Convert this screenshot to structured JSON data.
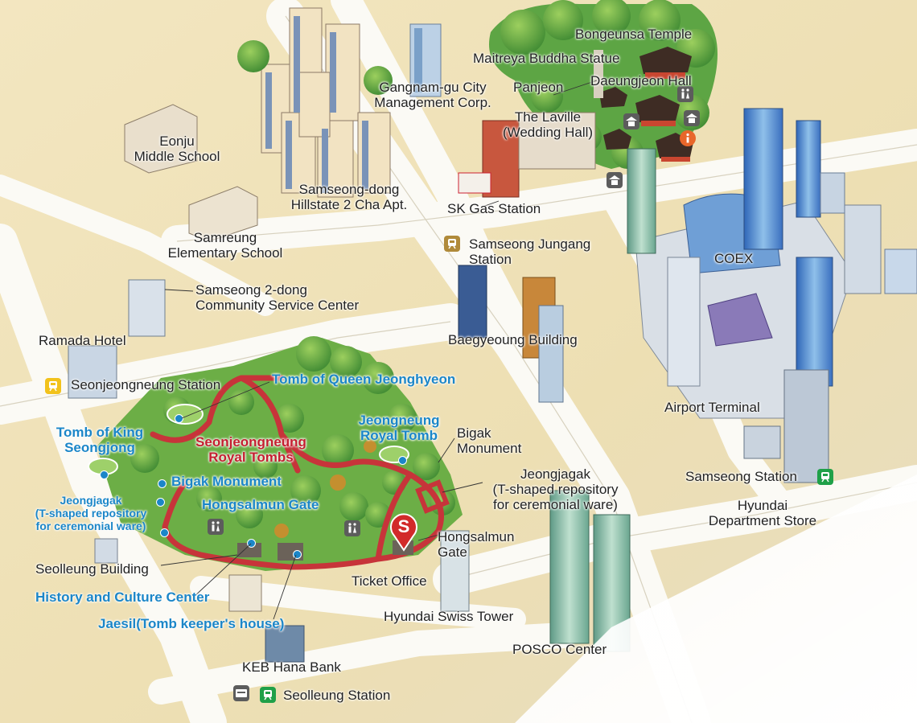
{
  "colors": {
    "ground": "#efe6c6",
    "road": "#fbfaf5",
    "park": "#6fb04a",
    "path": "#c7343a",
    "label_blue": "#1b86c8",
    "label_red": "#c41f30",
    "station_yellow": "#f2c21b",
    "station_green": "#1fa048",
    "station_brown": "#b08a3a",
    "start_marker": "#d22a2a"
  },
  "labels": {
    "bongeunsa": "Bongeunsa Temple",
    "maitreya": "Maitreya Buddha Statue",
    "daeungjeon": "Daeungjeon Hall",
    "panjeon": "Panjeon",
    "gangnam_mgmt_1": "Gangnam-gu City",
    "gangnam_mgmt_2": "Management Corp.",
    "laville_1": "The Laville",
    "laville_2": "(Wedding Hall)",
    "eonju_1": "Eonju",
    "eonju_2": "Middle School",
    "hillstate_1": "Samseong-dong",
    "hillstate_2": "Hillstate 2 Cha Apt.",
    "sk_gas": "SK Gas Station",
    "samreung_1": "Samreung",
    "samreung_2": "Elementary School",
    "jungang_1": "Samseong Jungang",
    "jungang_2": "Station",
    "coex": "COEX",
    "community_1": "Samseong 2-dong",
    "community_2": "Community Service Center",
    "ramada": "Ramada Hotel",
    "baegyeoung": "Baegyeoung Building",
    "seonjeong_station": "Seonjeongneung Station",
    "queen_tomb": "Tomb of Queen Jeonghyeon",
    "airport_terminal": "Airport Terminal",
    "king_tomb_1": "Tomb of King",
    "king_tomb_2": "Seongjong",
    "royal_tombs_1": "Seonjeongneung",
    "royal_tombs_2": "Royal Tombs",
    "jeongneung_1": "Jeongneung",
    "jeongneung_2": "Royal Tomb",
    "bigak_right_1": "Bigak",
    "bigak_right_2": "Monument",
    "jeongjagak_right_1": "Jeongjagak",
    "jeongjagak_right_2": "(T-shaped repository",
    "jeongjagak_right_3": "for ceremonial ware)",
    "samseong_station": "Samseong Station",
    "hyundai_dept_1": "Hyundai",
    "hyundai_dept_2": "Department Store",
    "bigak_left": "Bigak Monument",
    "jeongjagak_left_1": "Jeongjagak",
    "jeongjagak_left_2": "(T-shaped repository",
    "jeongjagak_left_3": "for ceremonial ware)",
    "hongsalmun_left": "Hongsalmun Gate",
    "hongsalmun_right_1": "Hongsalmun",
    "hongsalmun_right_2": "Gate",
    "seolleung_building": "Seolleung Building",
    "ticket_office": "Ticket Office",
    "history_center": "History and Culture Center",
    "jaesil": "Jaesil(Tomb keeper's house)",
    "hyundai_swiss": "Hyundai Swiss Tower",
    "posco": "POSCO Center",
    "keb": "KEB Hana Bank",
    "seolleung_station": "Seolleung Station",
    "start_marker": "S"
  },
  "icons": {
    "subway": "subway-icon",
    "restroom": "restroom-icon",
    "info": "info-icon",
    "shelter": "shelter-icon",
    "atm": "atm-icon"
  }
}
